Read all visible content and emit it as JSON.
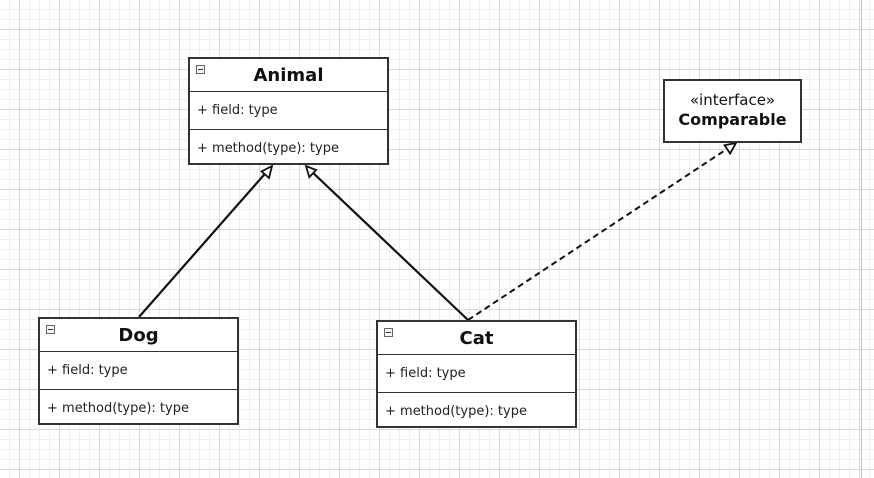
{
  "diagram": {
    "classes": [
      {
        "id": "animal",
        "name": "Animal",
        "field": "+ field: type",
        "method": "+ method(type): type"
      },
      {
        "id": "dog",
        "name": "Dog",
        "field": "+ field: type",
        "method": "+ method(type): type"
      },
      {
        "id": "cat",
        "name": "Cat",
        "field": "+ field: type",
        "method": "+ method(type): type"
      }
    ],
    "interface": {
      "stereotype": "«interface»",
      "name": "Comparable"
    },
    "relations": [
      {
        "from": "Dog",
        "to": "Animal",
        "kind": "generalization"
      },
      {
        "from": "Cat",
        "to": "Animal",
        "kind": "generalization"
      },
      {
        "from": "Cat",
        "to": "Comparable",
        "kind": "realization"
      }
    ]
  }
}
